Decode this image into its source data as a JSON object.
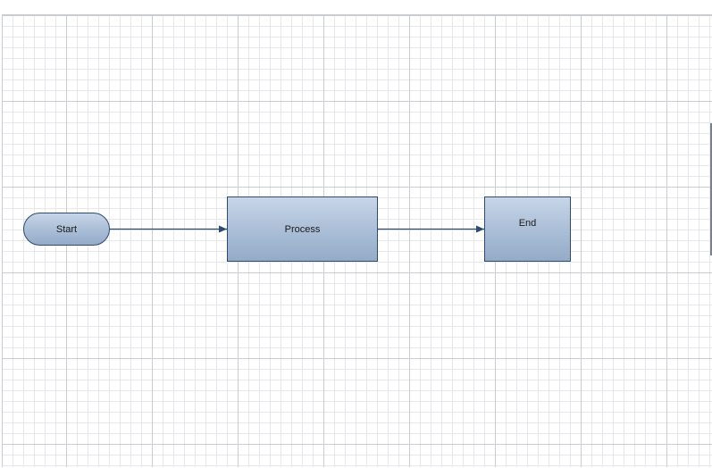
{
  "diagram": {
    "type": "flowchart",
    "nodes": [
      {
        "id": "start",
        "label": "Start",
        "shape": "terminator"
      },
      {
        "id": "process",
        "label": "Process",
        "shape": "process"
      },
      {
        "id": "end",
        "label": "End",
        "shape": "process"
      }
    ],
    "edges": [
      {
        "from": "start",
        "to": "process"
      },
      {
        "from": "process",
        "to": "end"
      }
    ],
    "colors": {
      "shape_fill_top": "#c7d5e8",
      "shape_fill_bottom": "#94abc8",
      "shape_border": "#2f4a6e",
      "connector": "#2f4a6e",
      "grid_major": "#c9cdd2",
      "grid_minor": "#e6e8eb"
    }
  }
}
